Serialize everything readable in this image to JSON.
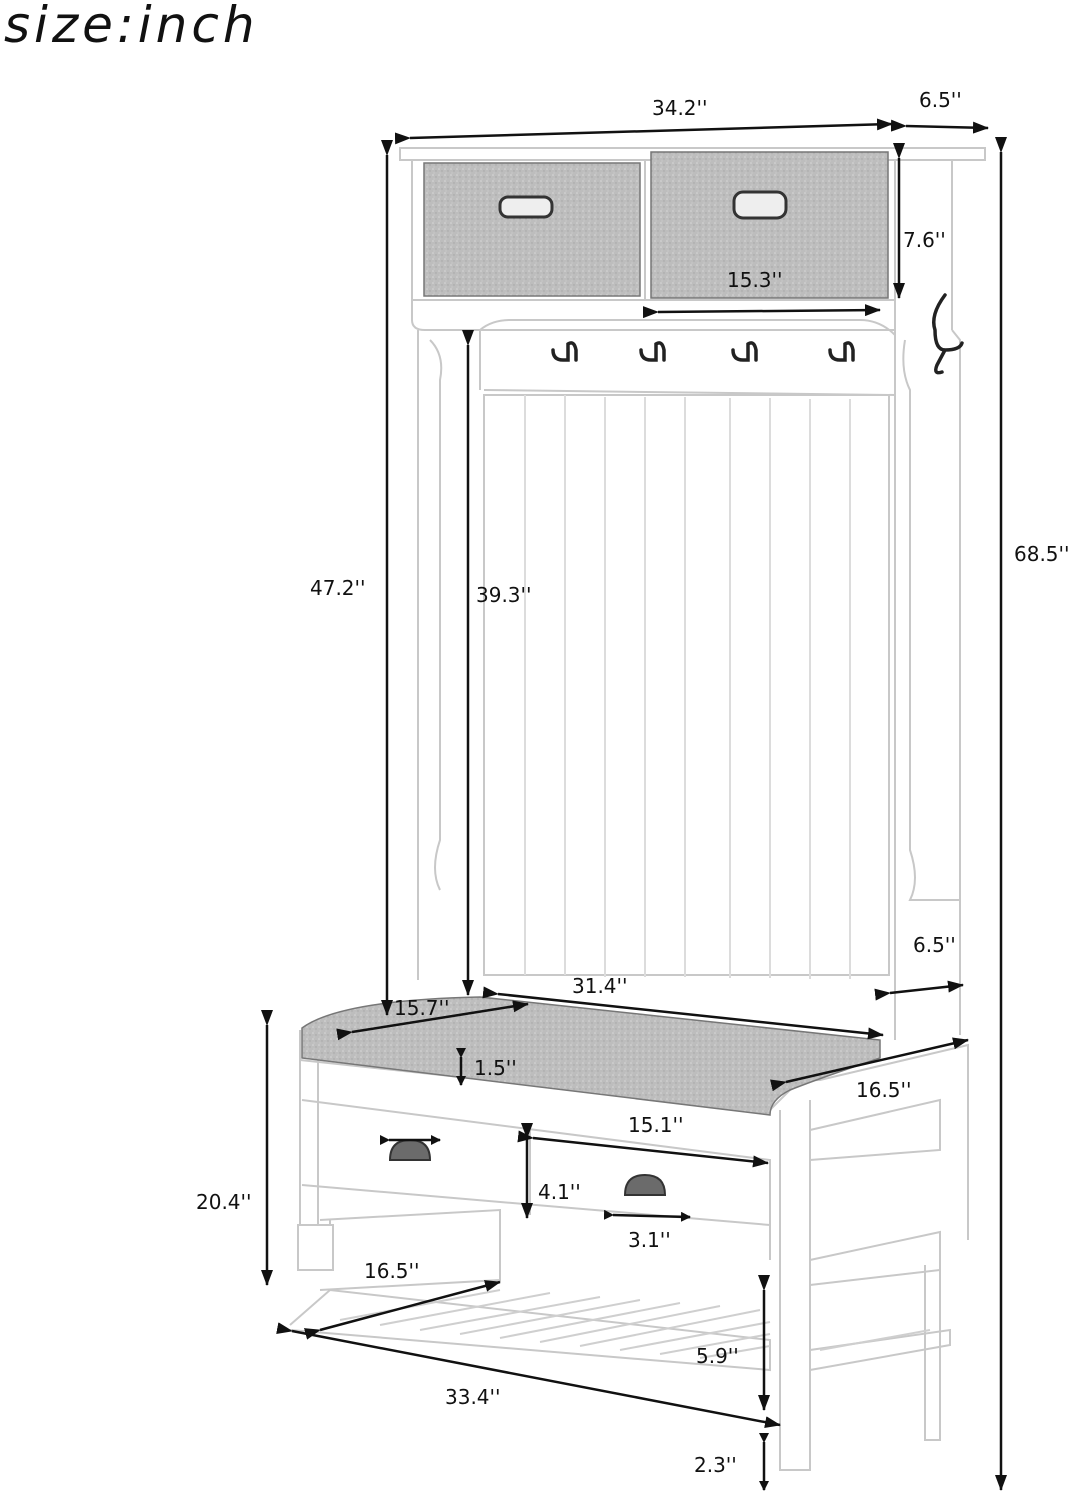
{
  "title": "size:inch",
  "product": "Hall tree with storage bench, two fabric bins and hooks",
  "colors": {
    "line": "#111111",
    "frame_stroke": "#c8c8c8",
    "fabric": "#b9b9b9",
    "background": "#ffffff",
    "metal": "#3a3a3a"
  },
  "dimensions": {
    "overall_width": "34.2''",
    "top_depth": "6.5''",
    "bin_height": "7.6''",
    "bin_width": "15.3''",
    "overall_height": "68.5''",
    "back_height": "47.2''",
    "panel_height": "39.3''",
    "side_depth": "6.5''",
    "seat_width": "31.4''",
    "cushion_depth": "15.7''",
    "cushion_thickness": "1.5''",
    "bench_depth": "16.5''",
    "drawer_width": "15.1''",
    "drawer_height": "4.1''",
    "handle_width": "3.1''",
    "bench_height": "20.4''",
    "shelf_depth": "16.5''",
    "shelf_width": "33.4''",
    "shelf_clearance": "5.9''",
    "floor_clearance": "2.3''"
  }
}
